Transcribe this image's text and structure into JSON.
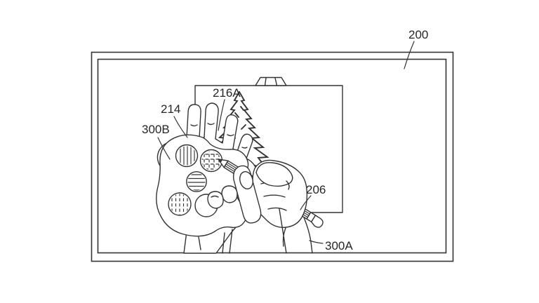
{
  "colors": {
    "background": "#ffffff",
    "line": "#343434",
    "label_text": "#262626"
  },
  "labels": {
    "display": "200",
    "palette": "214",
    "left_hand": "300B",
    "tree_drawing": "216A",
    "pencil": "206",
    "right_hand": "300A"
  }
}
